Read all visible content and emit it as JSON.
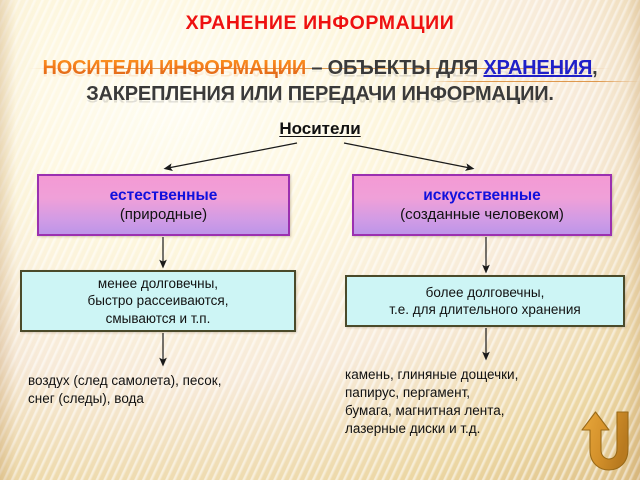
{
  "slide": {
    "title": "ХРАНЕНИЕ ИНФОРМАЦИИ",
    "definition": {
      "term": "НОСИТЕЛИ ИНФОРМАЦИИ",
      "dash": " – ",
      "lead": "ОБЪЕКТЫ ДЛЯ ",
      "highlight": "ХРАНЕНИЯ",
      "comma": ",",
      "line2": "ЗАКРЕПЛЕНИЯ ИЛИ ПЕРЕДАЧИ ИНФОРМАЦИИ."
    },
    "root_node": "Носители",
    "categories": [
      {
        "title": "естественные",
        "subtitle": "(природные)",
        "properties": [
          "менее долговечны,",
          "быстро рассеиваются,",
          "смываются и т.п."
        ],
        "examples": [
          "воздух (след самолета), песок,",
          "снег (следы), вода"
        ]
      },
      {
        "title": "искусственные",
        "subtitle": "(созданные человеком)",
        "properties": [
          "более долговечны,",
          "т.е. для длительного хранения"
        ],
        "examples": [
          "камень, глиняные дощечки,",
          "папирус, пергамент,",
          "бумага, магнитная лента,",
          "лазерные диски и т.д."
        ]
      }
    ],
    "decoration": {
      "arrow_icon": "u-turn-up-arrow-icon"
    },
    "colors": {
      "title_red": "#ee1111",
      "term_orange": "#f0761a",
      "highlight_blue": "#2020c8",
      "category_text_blue": "#1111dd",
      "category_box_border": "#9b30b0",
      "property_box_fill": "#cdf5f5",
      "property_box_border": "#4a4a2a",
      "background_cream": "#f3e4b4",
      "arrow_orange": "#d2922a"
    }
  }
}
